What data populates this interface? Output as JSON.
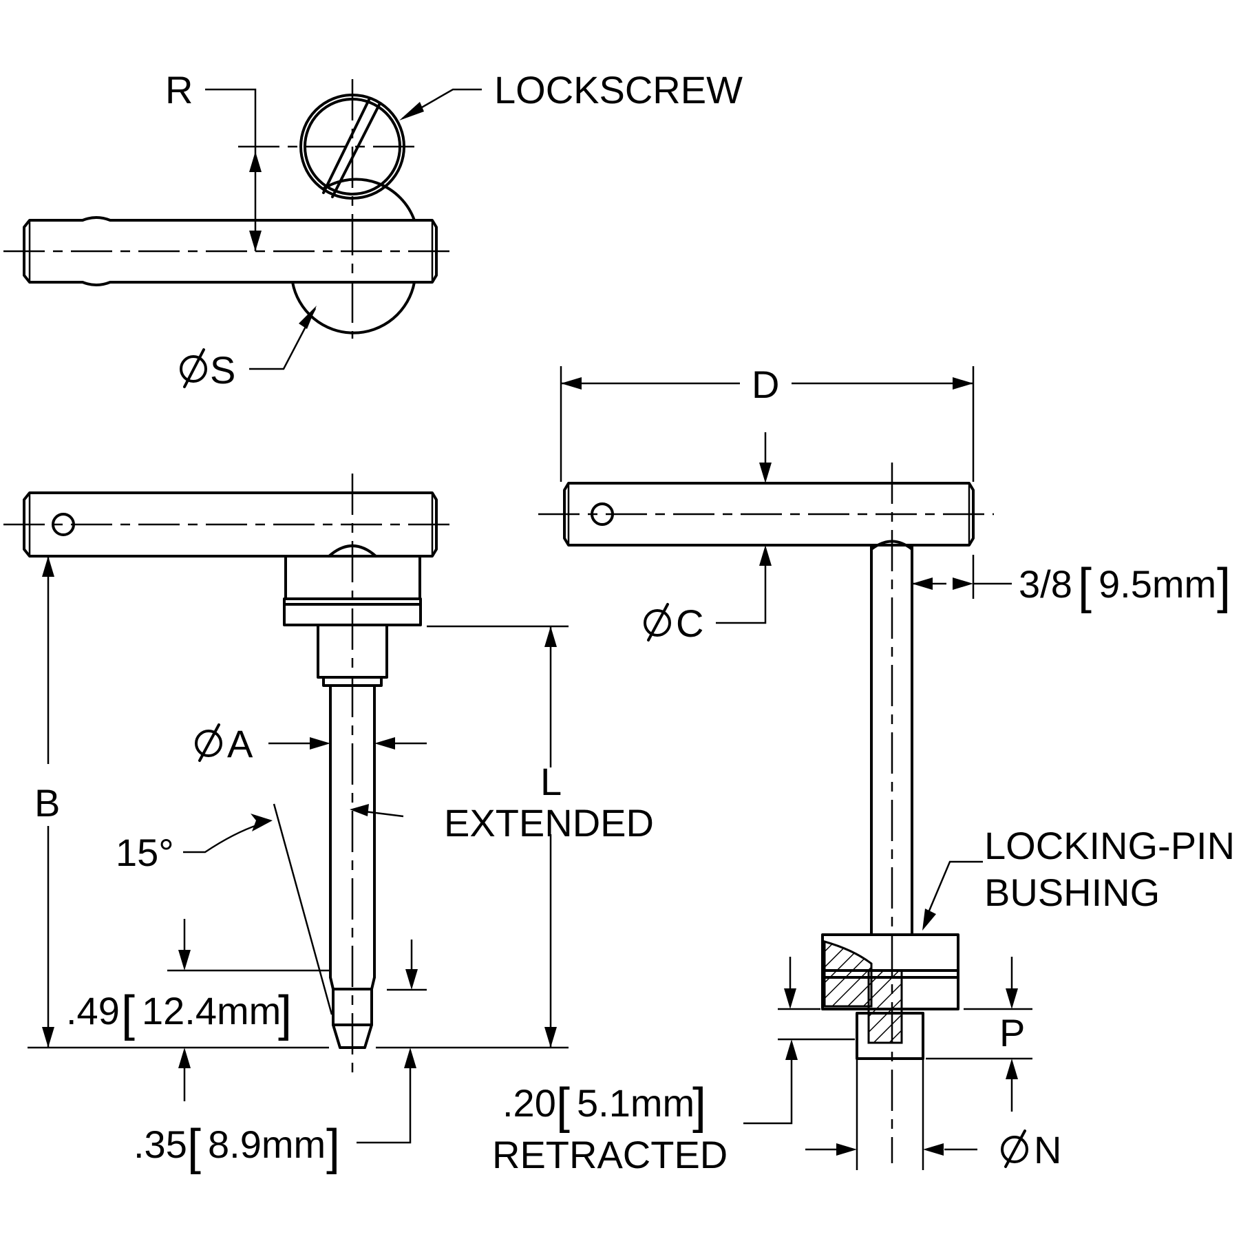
{
  "labels": {
    "r": "R",
    "lockscrew": "LOCKSCREW",
    "phi_s": "S",
    "d": "D",
    "phi_c": "C",
    "three_eighths_inch": "3/8",
    "three_eighths_mm": "9.5mm",
    "phi_a": "A",
    "b": "B",
    "l": "L",
    "extended": "EXTENDED",
    "angle": "15°",
    "locking_pin_line1": "LOCKING-PIN",
    "locking_pin_line2": "BUSHING",
    "dim_49_inch": ".49",
    "dim_49_mm": "12.4mm",
    "p": "P",
    "dim_20_inch": ".20",
    "dim_20_mm": "5.1mm",
    "retracted": "RETRACTED",
    "dim_35_inch": ".35",
    "dim_35_mm": "8.9mm",
    "phi_n": "N"
  }
}
